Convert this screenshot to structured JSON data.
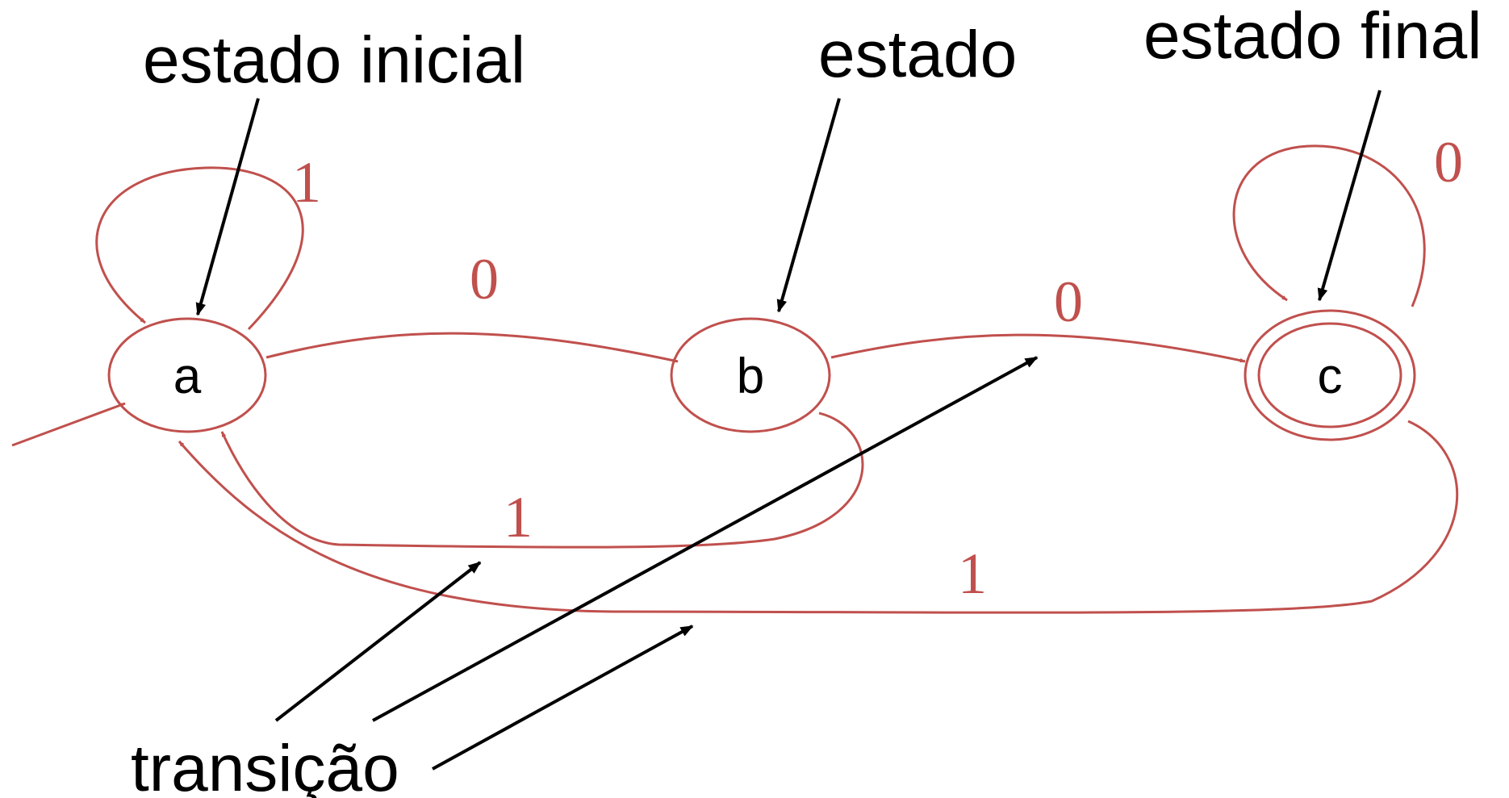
{
  "states": [
    {
      "id": "a",
      "label": "a",
      "initial": true,
      "final": false
    },
    {
      "id": "b",
      "label": "b",
      "initial": false,
      "final": false
    },
    {
      "id": "c",
      "label": "c",
      "initial": false,
      "final": true
    }
  ],
  "transitions": [
    {
      "from": "a",
      "to": "a",
      "label": "1"
    },
    {
      "from": "a",
      "to": "b",
      "label": "0"
    },
    {
      "from": "b",
      "to": "c",
      "label": "0"
    },
    {
      "from": "c",
      "to": "c",
      "label": "0"
    },
    {
      "from": "b",
      "to": "a",
      "label": "1"
    },
    {
      "from": "c",
      "to": "a",
      "label": "1"
    }
  ],
  "annotations": {
    "initial_state": "estado inicial",
    "state": "estado",
    "final_state": "estado final",
    "transition": "transição"
  },
  "colors": {
    "automaton": "#c0504d",
    "annotation": "#000000"
  }
}
